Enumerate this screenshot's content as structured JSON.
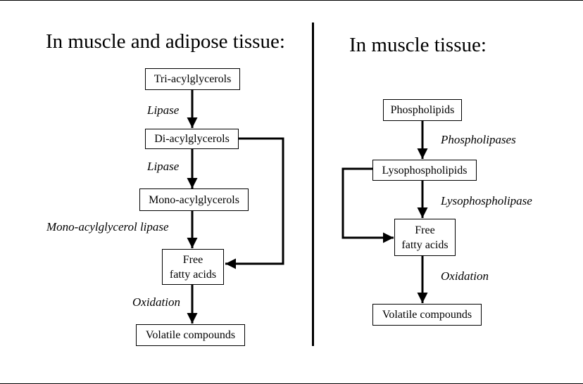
{
  "left_panel": {
    "heading": "In muscle and adipose tissue:",
    "nodes": {
      "tri": "Tri-acylglycerols",
      "di": "Di-acylglycerols",
      "mono": "Mono-acylglycerols",
      "ffa_line1": "Free",
      "ffa_line2": "fatty acids",
      "volatile": "Volatile compounds"
    },
    "edges": {
      "tri_di": "Lipase",
      "di_mono": "Lipase",
      "mono_ffa": "Mono-acylglycerol lipase",
      "ffa_volatile": "Oxidation"
    }
  },
  "right_panel": {
    "heading": "In muscle tissue:",
    "nodes": {
      "phospho": "Phospholipids",
      "lyso": "Lysophospholipids",
      "ffa_line1": "Free",
      "ffa_line2": "fatty acids",
      "volatile": "Volatile compounds"
    },
    "edges": {
      "phospho_lyso": "Phospholipases",
      "lyso_ffa": "Lysophospholipase",
      "ffa_volatile": "Oxidation"
    }
  }
}
